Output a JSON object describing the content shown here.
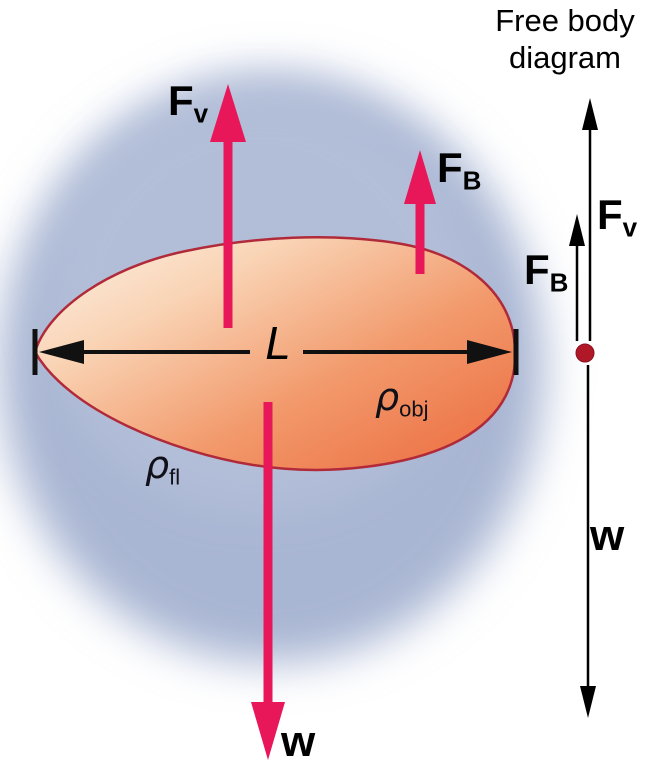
{
  "figure": {
    "title_line1": "Free body",
    "title_line2": "diagram"
  },
  "main_diagram": {
    "force_viscous": {
      "symbol": "F",
      "subscript": "v"
    },
    "force_buoyant": {
      "symbol": "F",
      "subscript": "B"
    },
    "weight": {
      "symbol": "w"
    },
    "length": {
      "symbol": "L"
    },
    "density_object": {
      "symbol": "ρ",
      "subscript": "obj"
    },
    "density_fluid": {
      "symbol": "ρ",
      "subscript": "fl"
    }
  },
  "free_body_diagram": {
    "force_viscous": {
      "symbol": "F",
      "subscript": "v"
    },
    "force_buoyant": {
      "symbol": "F",
      "subscript": "B"
    },
    "weight": {
      "symbol": "w"
    }
  },
  "colors": {
    "force_arrow_pink": "#e8175a",
    "object_outline": "#b02a3a",
    "object_fill_light": "#fdf3e9",
    "object_fill_dark": "#ec6f43",
    "fluid_blue": "#a9b6d3",
    "point_dot_red": "#b01828",
    "ink": "#111111",
    "background": "#ffffff"
  }
}
